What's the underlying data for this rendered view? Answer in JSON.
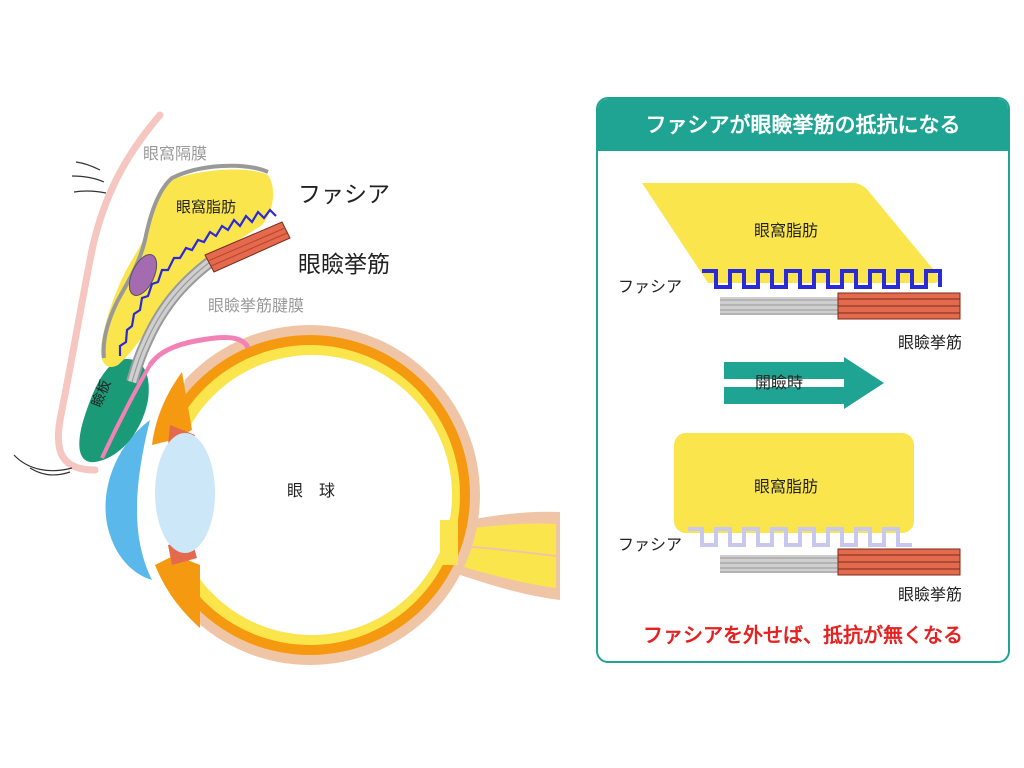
{
  "eye_diagram": {
    "orbital_septum_label": "眼窩隔膜",
    "orbital_fat_label": "眼窩脂肪",
    "fascia_label": "ファシア",
    "levator_label": "眼瞼挙筋",
    "levator_aponeurosis_label": "眼瞼挙筋腱膜",
    "tarsus_label": "瞼板",
    "eyeball_label": "眼　球"
  },
  "panel": {
    "title": "ファシアが眼瞼挙筋の抵抗になる",
    "top_fat_label": "眼窩脂肪",
    "top_fascia_label": "ファシア",
    "top_levator_label": "眼瞼挙筋",
    "arrow_label": "開瞼時",
    "bottom_fat_label": "眼窩脂肪",
    "bottom_fascia_label": "ファシア",
    "bottom_levator_label": "眼瞼挙筋",
    "conclusion": "ファシアを外せば、抵抗が無くなる"
  },
  "colors": {
    "teal": "#1fa493",
    "fat_yellow": "#fbe54d",
    "fascia_blue": "#2a2ad8",
    "fascia_pale": "#c8c8ee",
    "muscle_red": "#e46a4e",
    "orange": "#f59a10",
    "sclera_skin": "#f0c5a6",
    "lens_blue": "#cce8f8",
    "cornea_blue": "#5bb8ea",
    "tarsus_green": "#1b9a78",
    "pink": "#f282b6",
    "skin_line": "#f6c6c0",
    "alert_red": "#e52222"
  }
}
